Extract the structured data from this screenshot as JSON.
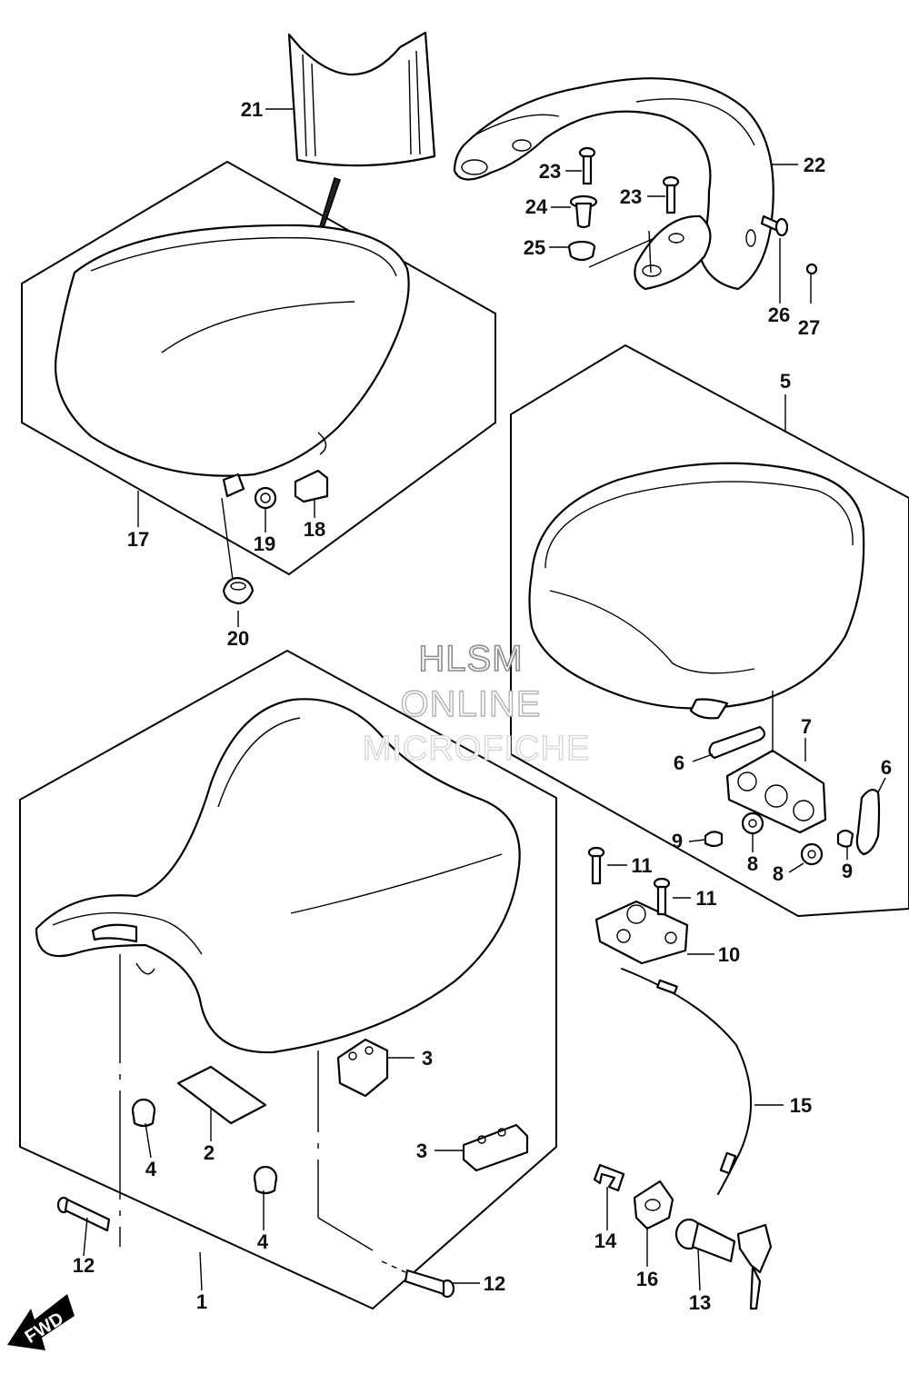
{
  "watermark": {
    "line1": "HLSM",
    "line2": "ONLINE",
    "line3": "MICROFICHE"
  },
  "fwd_label": "FWD",
  "callouts": {
    "p1": "1",
    "p2": "2",
    "p3a": "3",
    "p3b": "3",
    "p4a": "4",
    "p4b": "4",
    "p5": "5",
    "p6a": "6",
    "p6b": "6",
    "p7": "7",
    "p8a": "8",
    "p8b": "8",
    "p9a": "9",
    "p9b": "9",
    "p10": "10",
    "p11a": "11",
    "p11b": "11",
    "p12a": "12",
    "p12b": "12",
    "p13": "13",
    "p14": "14",
    "p15": "15",
    "p16": "16",
    "p17": "17",
    "p18": "18",
    "p19": "19",
    "p20": "20",
    "p21": "21",
    "p22": "22",
    "p23a": "23",
    "p23b": "23",
    "p24": "24",
    "p25": "25",
    "p26": "26",
    "p27": "27"
  }
}
